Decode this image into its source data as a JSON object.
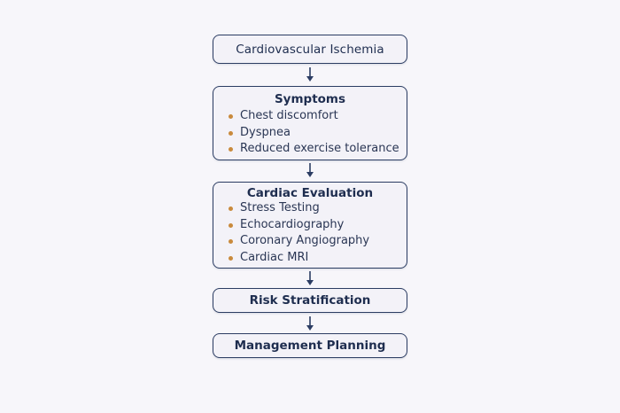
{
  "nodes": {
    "top": {
      "title": "Cardiovascular Ischemia"
    },
    "symptoms": {
      "heading": "Symptoms",
      "items": [
        "Chest discomfort",
        "Dyspnea",
        "Reduced exercise tolerance"
      ]
    },
    "evaluation": {
      "heading": "Cardiac Evaluation",
      "items": [
        "Stress Testing",
        "Echocardiography",
        "Coronary Angiography",
        "Cardiac MRI"
      ]
    },
    "risk": {
      "title": "Risk Stratification"
    },
    "management": {
      "title": "Management Planning"
    }
  },
  "colors": {
    "border": "#2c3d63",
    "text": "#1e2d4f",
    "bullet": "#c98a3c",
    "box_fill": "#f3f2f8",
    "background": "#f7f6fa"
  }
}
